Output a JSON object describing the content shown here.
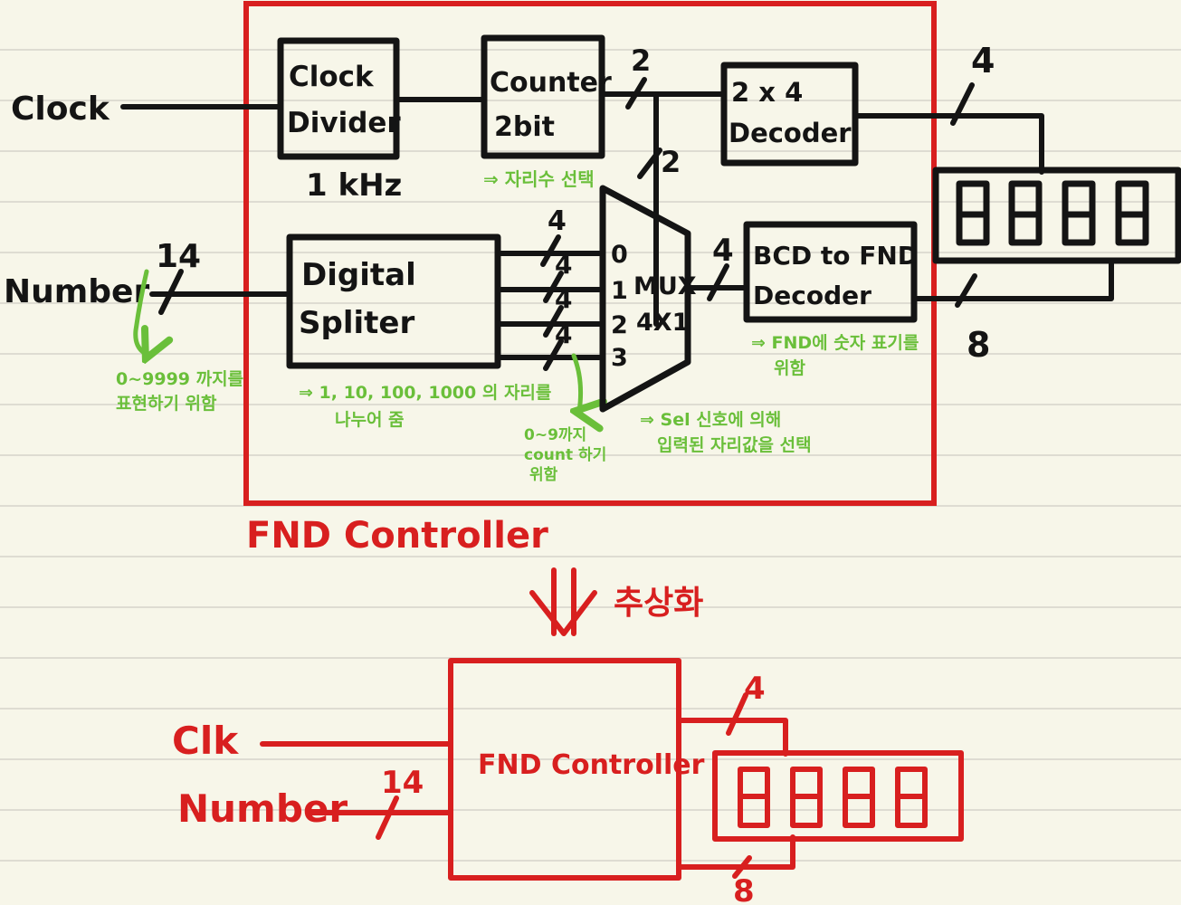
{
  "meta": {
    "background_color": "#f7f6e9",
    "rule_color": "#dedcd2",
    "ink_black": "#141414",
    "ink_red": "#d81f1f",
    "ink_green": "#6abf3a"
  },
  "top_diagram": {
    "boundary_label": "FND Controller",
    "inputs": [
      {
        "name": "Clock",
        "label": "Clock",
        "bus": ""
      },
      {
        "name": "Number",
        "label": "Number",
        "bus": "14"
      }
    ],
    "blocks": [
      {
        "id": "clock-divider",
        "line1": "Clock",
        "line2": "Divider",
        "sublabel": "1 kHz"
      },
      {
        "id": "counter-2bit",
        "line1": "Counter",
        "line2": "2bit",
        "sublabel": ""
      },
      {
        "id": "decoder-2x4",
        "line1": "2 x 4",
        "line2": "Decoder",
        "sublabel": ""
      },
      {
        "id": "digital-spliter",
        "line1": "Digital",
        "line2": "Spliter",
        "sublabel": ""
      },
      {
        "id": "bcd-to-fnd-decoder",
        "line1": "BCD to FND",
        "line2": "Decoder",
        "sublabel": ""
      }
    ],
    "mux": {
      "name": "MUX",
      "size": "4X1",
      "inputs": [
        "0",
        "1",
        "2",
        "3"
      ],
      "input_bus_labels": [
        "4",
        "4",
        "4",
        "4"
      ],
      "select_bus": "2",
      "output_bus": "4"
    },
    "bus_labels": {
      "counter_out": "2",
      "decoder_out": "4",
      "fnd_seg": "8",
      "mux_out": "4"
    },
    "fnd_display": {
      "digits": 4,
      "name": "fnd-display"
    },
    "annotations": [
      {
        "id": "note-number",
        "text_lines": [
          "0~9999 까지를",
          "표현하기 위함"
        ]
      },
      {
        "id": "note-counter",
        "text_lines": [
          "⇒ 자리수 선택"
        ]
      },
      {
        "id": "note-spliter",
        "text_lines": [
          "⇒ 1, 10, 100, 1000 의 자리를",
          "나누어 줌"
        ]
      },
      {
        "id": "note-count",
        "text_lines": [
          "0~9까지",
          "count 하기",
          "위함"
        ]
      },
      {
        "id": "note-mux",
        "text_lines": [
          "⇒ Sel 신호에 의해",
          "입력된 자리값을 선택"
        ]
      },
      {
        "id": "note-bcd",
        "text_lines": [
          "⇒ FND에 숫자 표기를",
          "위함"
        ]
      }
    ]
  },
  "transition": {
    "arrow": "down-double-arrow",
    "label": "추상화"
  },
  "bottom_diagram": {
    "inputs": [
      {
        "name": "Clk",
        "label": "Clk",
        "bus": ""
      },
      {
        "name": "Number",
        "label": "Number",
        "bus": "14"
      }
    ],
    "block": {
      "id": "fnd-controller",
      "label": "FND Controller"
    },
    "bus_labels": {
      "digit_select": "4",
      "segment": "8"
    },
    "fnd_display": {
      "digits": 4,
      "name": "fnd-display-abstract"
    }
  }
}
